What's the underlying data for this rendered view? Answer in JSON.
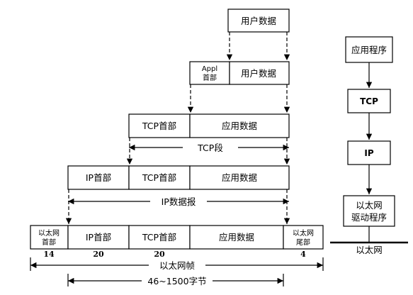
{
  "encapsulation": {
    "user_data": "用户数据",
    "appl_header_line1": "Appl",
    "appl_header_line2": "首部",
    "tcp_header": "TCP首部",
    "app_data": "应用数据",
    "tcp_segment": "TCP段",
    "ip_header": "IP首部",
    "ip_datagram": "IP数据报",
    "eth_header_line1": "以太网",
    "eth_header_line2": "首部",
    "eth_trailer_line1": "以太网",
    "eth_trailer_line2": "尾部",
    "eth_header_bytes": "14",
    "ip_header_bytes": "20",
    "tcp_header_bytes": "20",
    "eth_trailer_bytes": "4",
    "ethernet_frame": "以太网帧",
    "payload_range": "46~1500字节"
  },
  "stack": {
    "application": "应用程序",
    "tcp": "TCP",
    "ip": "IP",
    "driver_line1": "以太网",
    "driver_line2": "驱动程序",
    "ethernet": "以太网"
  }
}
